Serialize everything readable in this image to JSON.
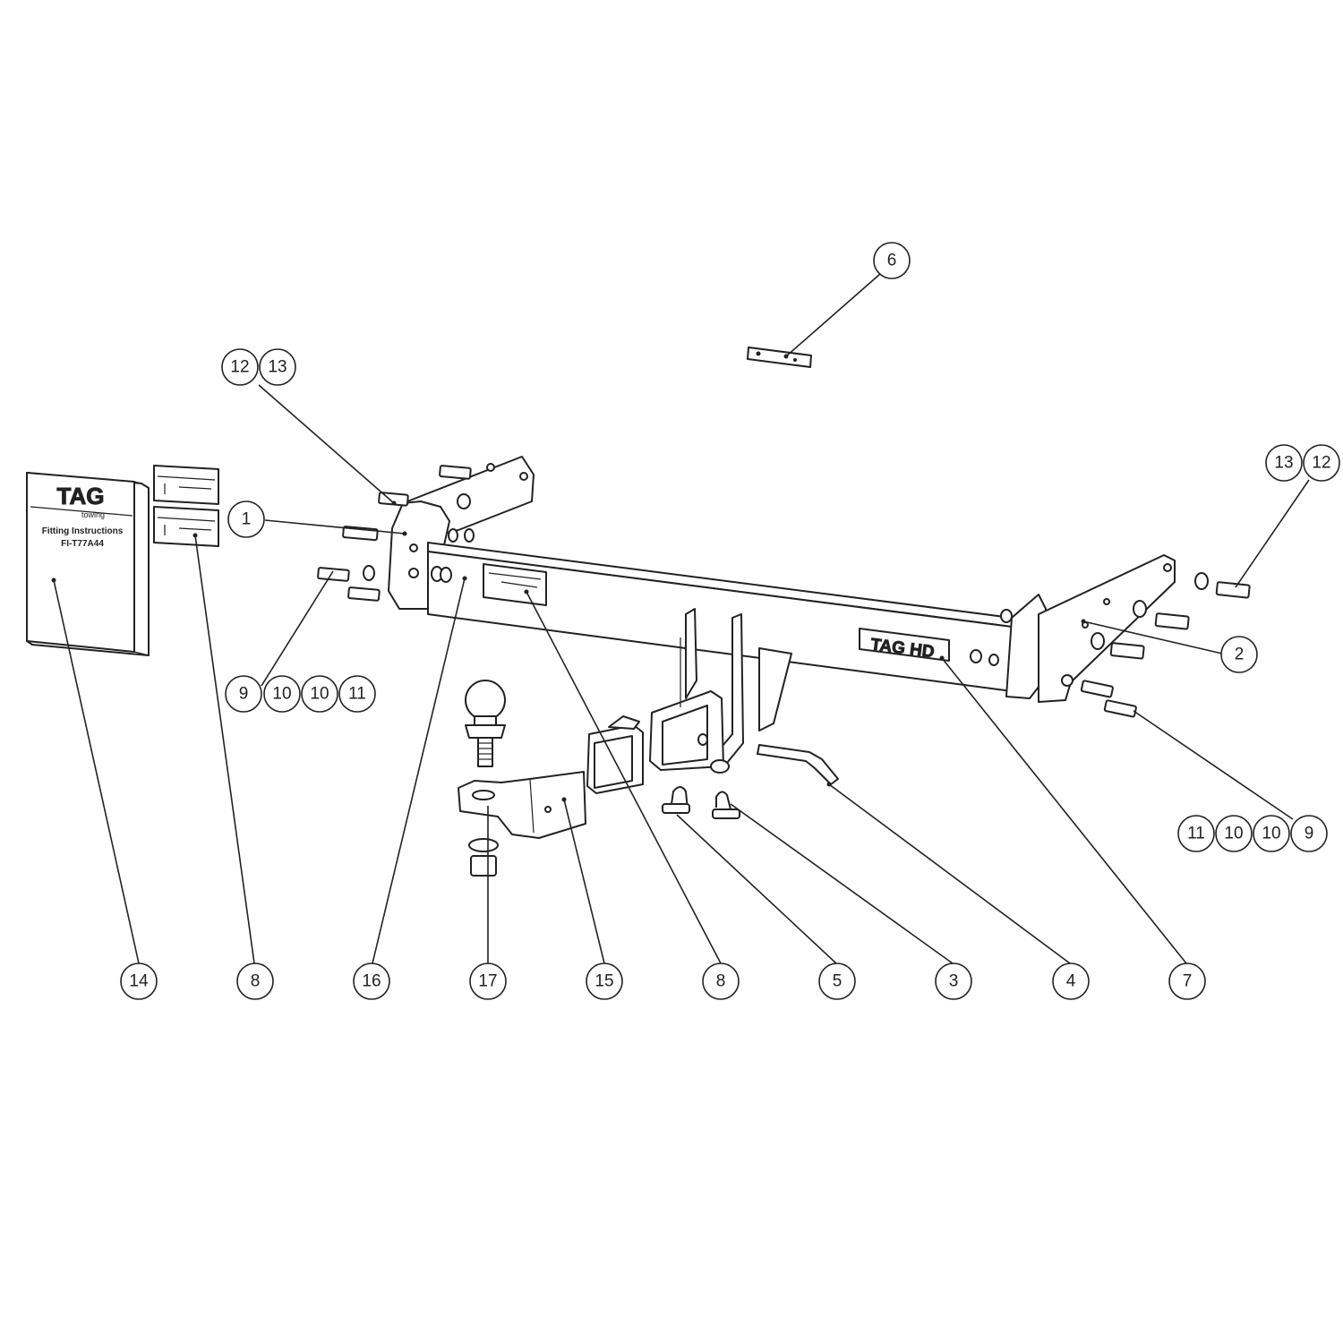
{
  "callouts": {
    "c1": "1",
    "c2": "2",
    "c3": "3",
    "c4": "4",
    "c5": "5",
    "c6": "6",
    "c7": "7",
    "c8a": "8",
    "c8b": "8",
    "c14": "14",
    "c15": "15",
    "c16": "16",
    "c17": "17",
    "left_top_a": "12",
    "left_top_b": "13",
    "right_top_a": "13",
    "right_top_b": "12",
    "left_mid_a": "9",
    "left_mid_b": "10",
    "left_mid_c": "10",
    "left_mid_d": "11",
    "right_mid_a": "11",
    "right_mid_b": "10",
    "right_mid_c": "10",
    "right_mid_d": "9"
  },
  "manual": {
    "brand": "TAG",
    "brand_sub": "towing",
    "title": "Fitting Instructions",
    "code": "FI-T77A44"
  },
  "bar_logo": "TAG HD"
}
